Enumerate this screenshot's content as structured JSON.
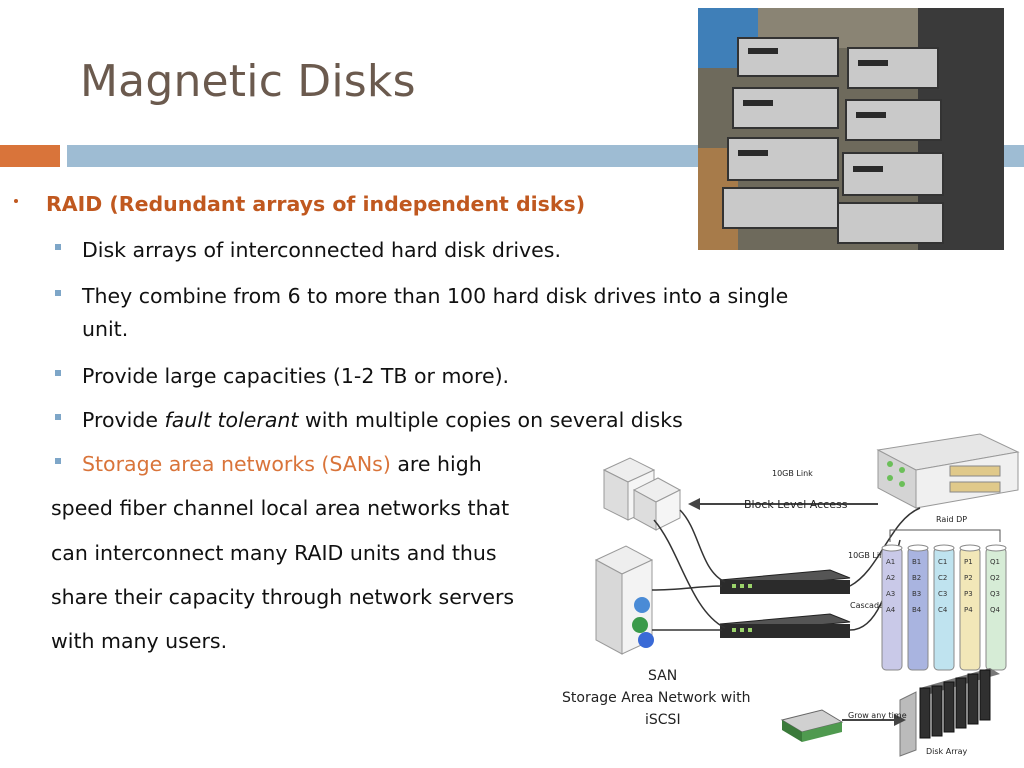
{
  "slide": {
    "title": "Magnetic Disks",
    "bullet_main": "RAID (Redundant arrays of independent disks)",
    "sub_bullets": [
      "Disk arrays of interconnected hard disk drives.",
      "They combine from 6 to more than 100 hard disk drives into a single",
      "unit.",
      "Provide large capacities (1-2 TB or more).",
      "Provide "
    ],
    "fault_em": "fault tolerant",
    "fault_rest": " with multiple copies on several disks",
    "san_term": "Storage area networks (SANs)",
    "san_rest": " are high",
    "continuation": [
      "speed fiber channel local area networks that",
      "can interconnect  many RAID units and thus",
      "share their capacity through network servers",
      "with many users."
    ]
  },
  "diagram": {
    "link_top": "10GB Link",
    "block_access": "Block Level Access",
    "raid_label": "Raid DP",
    "link_side": "10GB Link",
    "cascade": "Cascade",
    "san_title": "SAN",
    "san_sub1": "Storage Area Network with",
    "san_sub2": "iSCSI",
    "grow": "Grow any time",
    "disk_array": "Disk Array",
    "columns": [
      {
        "cells": [
          "A1",
          "A2",
          "A3",
          "A4"
        ],
        "color": "#c9c9e8"
      },
      {
        "cells": [
          "B1",
          "B2",
          "B3",
          "B4"
        ],
        "color": "#a9b4e0"
      },
      {
        "cells": [
          "C1",
          "C2",
          "C3",
          "C4"
        ],
        "color": "#bfe3ef"
      },
      {
        "cells": [
          "P1",
          "P2",
          "P3",
          "P4"
        ],
        "color": "#f2e7b8"
      },
      {
        "cells": [
          "Q1",
          "Q2",
          "Q3",
          "Q4"
        ],
        "color": "#d6ecd6"
      }
    ]
  },
  "colors": {
    "accent_orange": "#d9743a",
    "accent_blue": "#9ebcd3",
    "title": "#6b5a4e"
  }
}
